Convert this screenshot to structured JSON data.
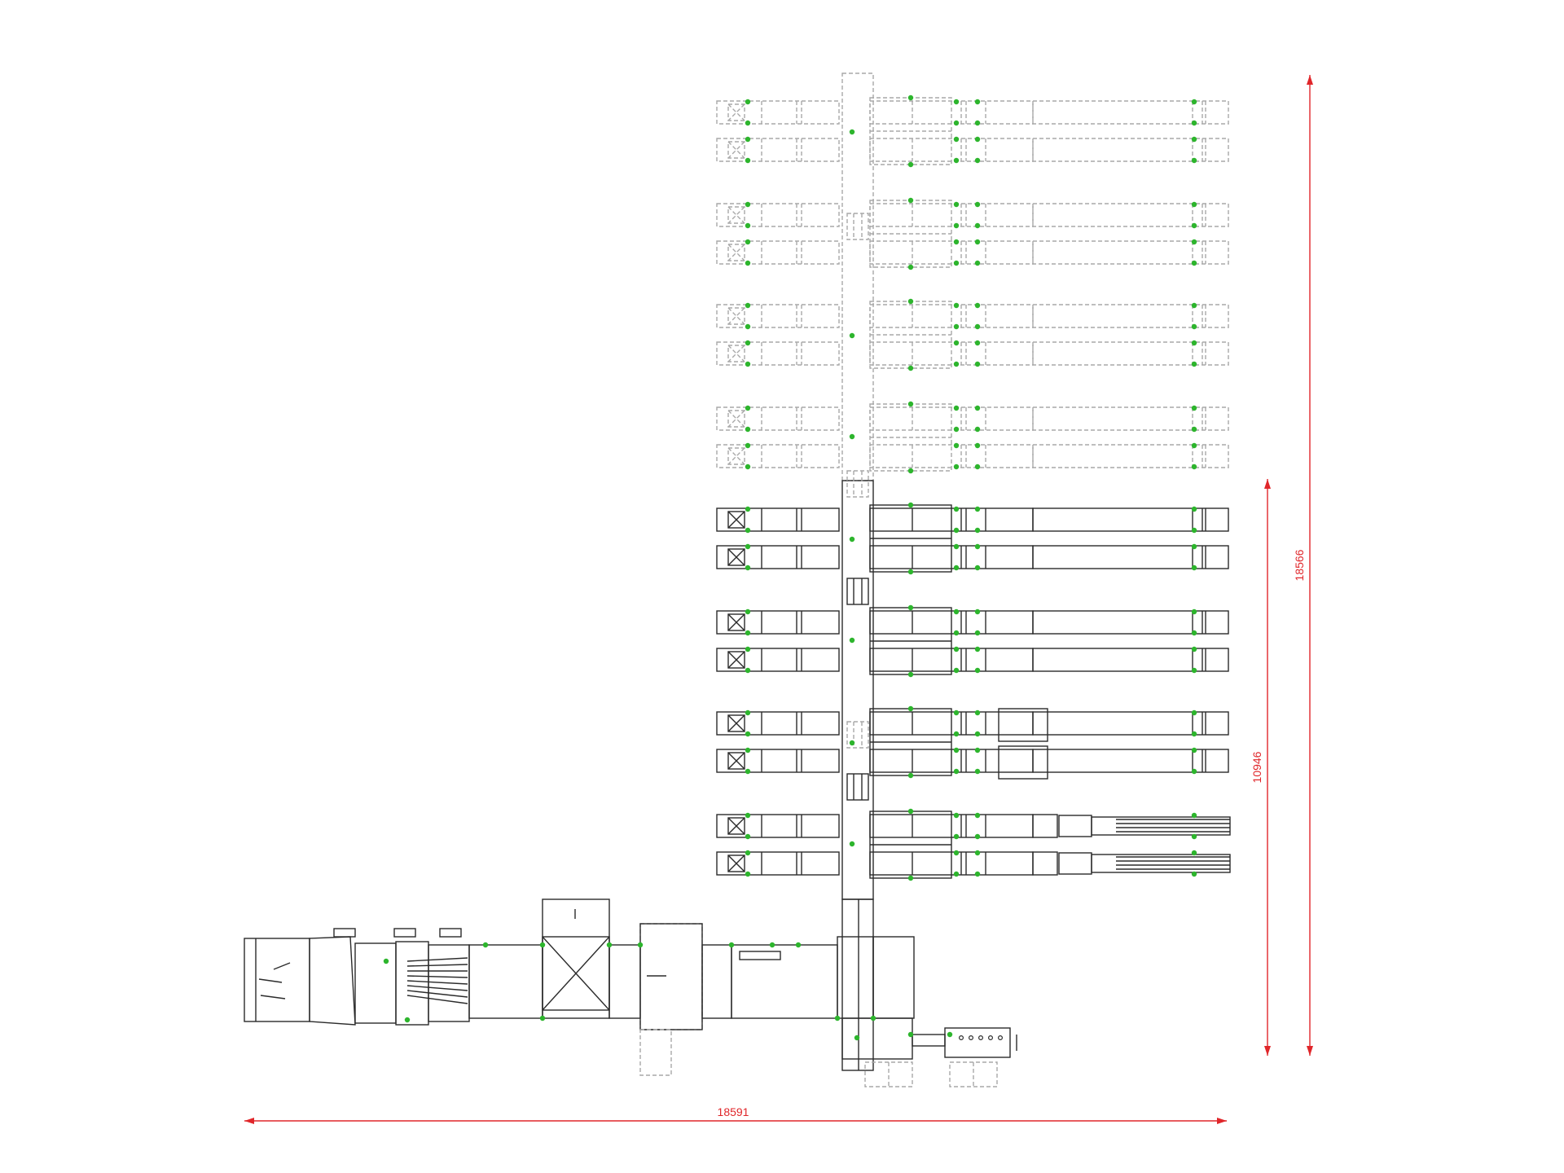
{
  "colors": {
    "line": "#2b2b2b",
    "ghost": "#a8a8a8",
    "node": "#2db52d",
    "dimension": "#e0262a",
    "background": "#ffffff"
  },
  "dimensions": {
    "overall_width": "18591",
    "overall_height": "18566",
    "lower_height": "10946"
  },
  "layout_groups": {
    "upper_lanes": 8,
    "lower_lanes": 8
  }
}
